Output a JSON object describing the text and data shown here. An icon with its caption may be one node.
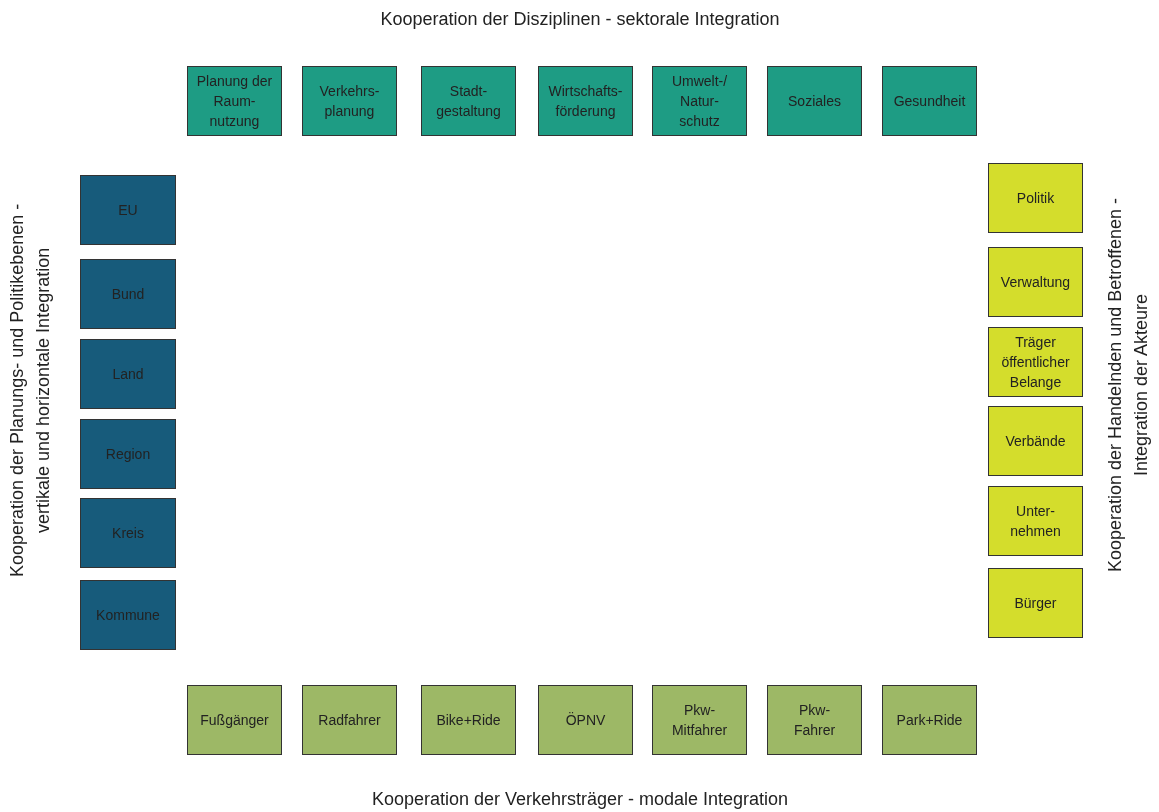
{
  "diagram": {
    "nodes": [
      {
        "text": [
          "Planung der Raum- nutzung"
        ]
      },
      {
        "text": [
          "Verkehrs- planung"
        ]
      },
      {
        "text": [
          "Stadt- gestaltung"
        ]
      },
      {
        "text": [
          "Wirtschafts- förderung"
        ]
      },
      {
        "text": [
          "Umwelt-/ Natur- schutz"
        ]
      },
      {
        "text": [
          "Soziales"
        ]
      },
      {
        "text": [
          "Gesundheit"
        ]
      },
      {
        "text": [
          "EU"
        ]
      },
      {
        "text": [
          "Bund"
        ]
      },
      {
        "text": [
          "Land"
        ]
      },
      {
        "text": [
          "Region"
        ]
      },
      {
        "text": [
          "Kreis"
        ]
      },
      {
        "text": [
          "Kommune"
        ]
      },
      {
        "text": [
          "Politik"
        ]
      },
      {
        "text": [
          "Verwaltung"
        ]
      },
      {
        "text": [
          "Träger öffentlicher Belange"
        ]
      },
      {
        "text": [
          "Verbände"
        ]
      },
      {
        "text": [
          "Unter- nehmen"
        ]
      },
      {
        "text": [
          "Bürger"
        ]
      },
      {
        "text": [
          "Fußgänger"
        ]
      },
      {
        "text": [
          "Radfahrer"
        ]
      },
      {
        "text": [
          "Bike+Ride"
        ]
      },
      {
        "text": [
          "ÖPNV"
        ]
      },
      {
        "text": [
          "Pkw- Mitfahrer"
        ]
      },
      {
        "text": [
          "Pkw- Fahrer"
        ]
      },
      {
        "text": [
          "Park+Ride"
        ]
      }
    ],
    "labels": [
      "Kooperation der Disziplinen - sektorale Integration",
      "Kooperation der Planungs- und Politikebenen - vertikale und horizontale Integration",
      "Kooperation der Handelnden und Betroffenen - Integration der Akteure",
      "Kooperation der Verkehrsträger - modale Integration"
    ]
  }
}
